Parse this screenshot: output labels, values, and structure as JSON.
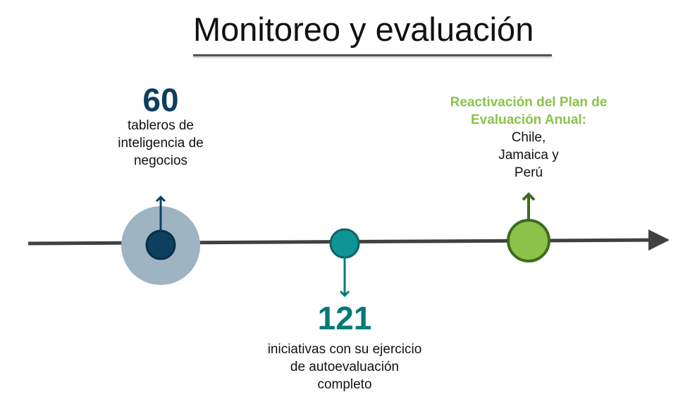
{
  "title": "Monitoreo y evaluación",
  "milestones": [
    {
      "number": "60",
      "lines": [
        "tableros de",
        "inteligencia de",
        "negocios"
      ],
      "color": "#0d3f5e",
      "halo_color": "#9fb4c3"
    },
    {
      "number": "121",
      "lines": [
        "iniciativas con su ejercicio",
        "de autoevaluación",
        "completo"
      ],
      "color": "#007a7a",
      "fill": "#0e9494"
    },
    {
      "heading_lines": [
        "Reactivación del Plan de",
        "Evaluación Anual:"
      ],
      "lines": [
        "Chile,",
        "Jamaica y",
        "Perú"
      ],
      "color": "#8bc34a",
      "fill": "#8bc34a",
      "stroke": "#3e6b1f"
    }
  ],
  "timeline_color": "#404040"
}
